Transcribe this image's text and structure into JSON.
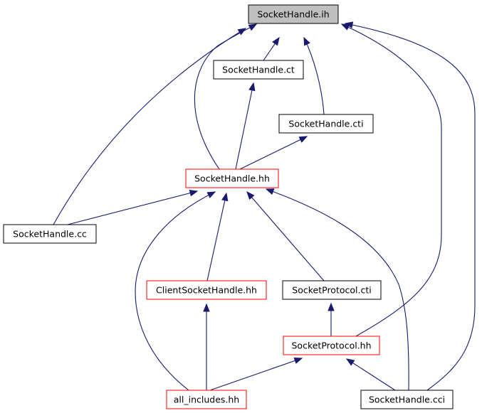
{
  "graph": {
    "colors": {
      "edge": "#191970",
      "root_fill": "#bfbfbf",
      "border_default": "#000000",
      "border_highlight": "#ff0000"
    },
    "nodes": [
      {
        "id": "n_ih",
        "label": "SocketHandle.ih",
        "style": "root"
      },
      {
        "id": "n_ct",
        "label": "SocketHandle.ct",
        "style": "black"
      },
      {
        "id": "n_cti",
        "label": "SocketHandle.cti",
        "style": "black"
      },
      {
        "id": "n_hh",
        "label": "SocketHandle.hh",
        "style": "red"
      },
      {
        "id": "n_cc",
        "label": "SocketHandle.cc",
        "style": "black"
      },
      {
        "id": "n_cshh",
        "label": "ClientSocketHandle.hh",
        "style": "red"
      },
      {
        "id": "n_spcti",
        "label": "SocketProtocol.cti",
        "style": "black"
      },
      {
        "id": "n_sphh",
        "label": "SocketProtocol.hh",
        "style": "red"
      },
      {
        "id": "n_all",
        "label": "all_includes.hh",
        "style": "red"
      },
      {
        "id": "n_cci",
        "label": "SocketHandle.cci",
        "style": "black"
      }
    ],
    "edges": [
      {
        "from": "n_ct",
        "to": "n_ih"
      },
      {
        "from": "n_cti",
        "to": "n_ih"
      },
      {
        "from": "n_hh",
        "to": "n_ih"
      },
      {
        "from": "n_cc",
        "to": "n_ih"
      },
      {
        "from": "n_sphh",
        "to": "n_ih"
      },
      {
        "from": "n_cci",
        "to": "n_ih"
      },
      {
        "from": "n_hh",
        "to": "n_ct"
      },
      {
        "from": "n_hh",
        "to": "n_cti"
      },
      {
        "from": "n_cc",
        "to": "n_hh"
      },
      {
        "from": "n_cshh",
        "to": "n_hh"
      },
      {
        "from": "n_spcti",
        "to": "n_hh"
      },
      {
        "from": "n_all",
        "to": "n_hh"
      },
      {
        "from": "n_cci",
        "to": "n_hh"
      },
      {
        "from": "n_all",
        "to": "n_cshh"
      },
      {
        "from": "n_sphh",
        "to": "n_spcti"
      },
      {
        "from": "n_all",
        "to": "n_sphh"
      },
      {
        "from": "n_cci",
        "to": "n_sphh"
      }
    ]
  }
}
